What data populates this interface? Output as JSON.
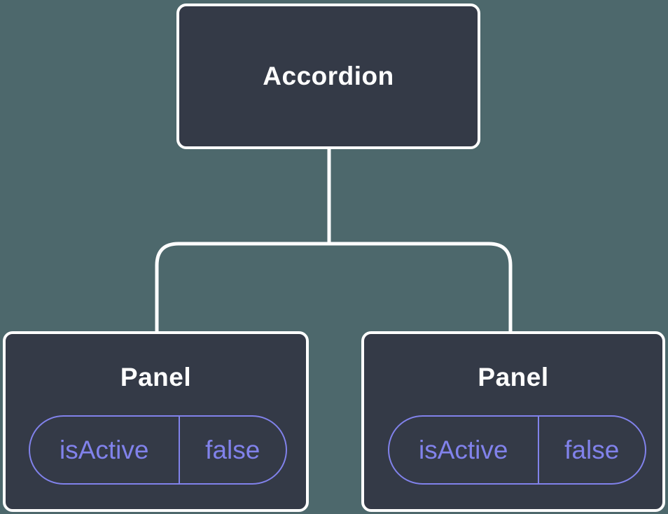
{
  "colors": {
    "background": "#4D686C",
    "node_fill": "#343A47",
    "node_border": "#FFFFFF",
    "connector": "#FFFFFF",
    "state_accent": "#8182EB",
    "label_text": "#FFFFFF"
  },
  "tree": {
    "root": {
      "label": "Accordion"
    },
    "children": [
      {
        "label": "Panel",
        "state": {
          "key": "isActive",
          "value": "false"
        }
      },
      {
        "label": "Panel",
        "state": {
          "key": "isActive",
          "value": "false"
        }
      }
    ]
  }
}
